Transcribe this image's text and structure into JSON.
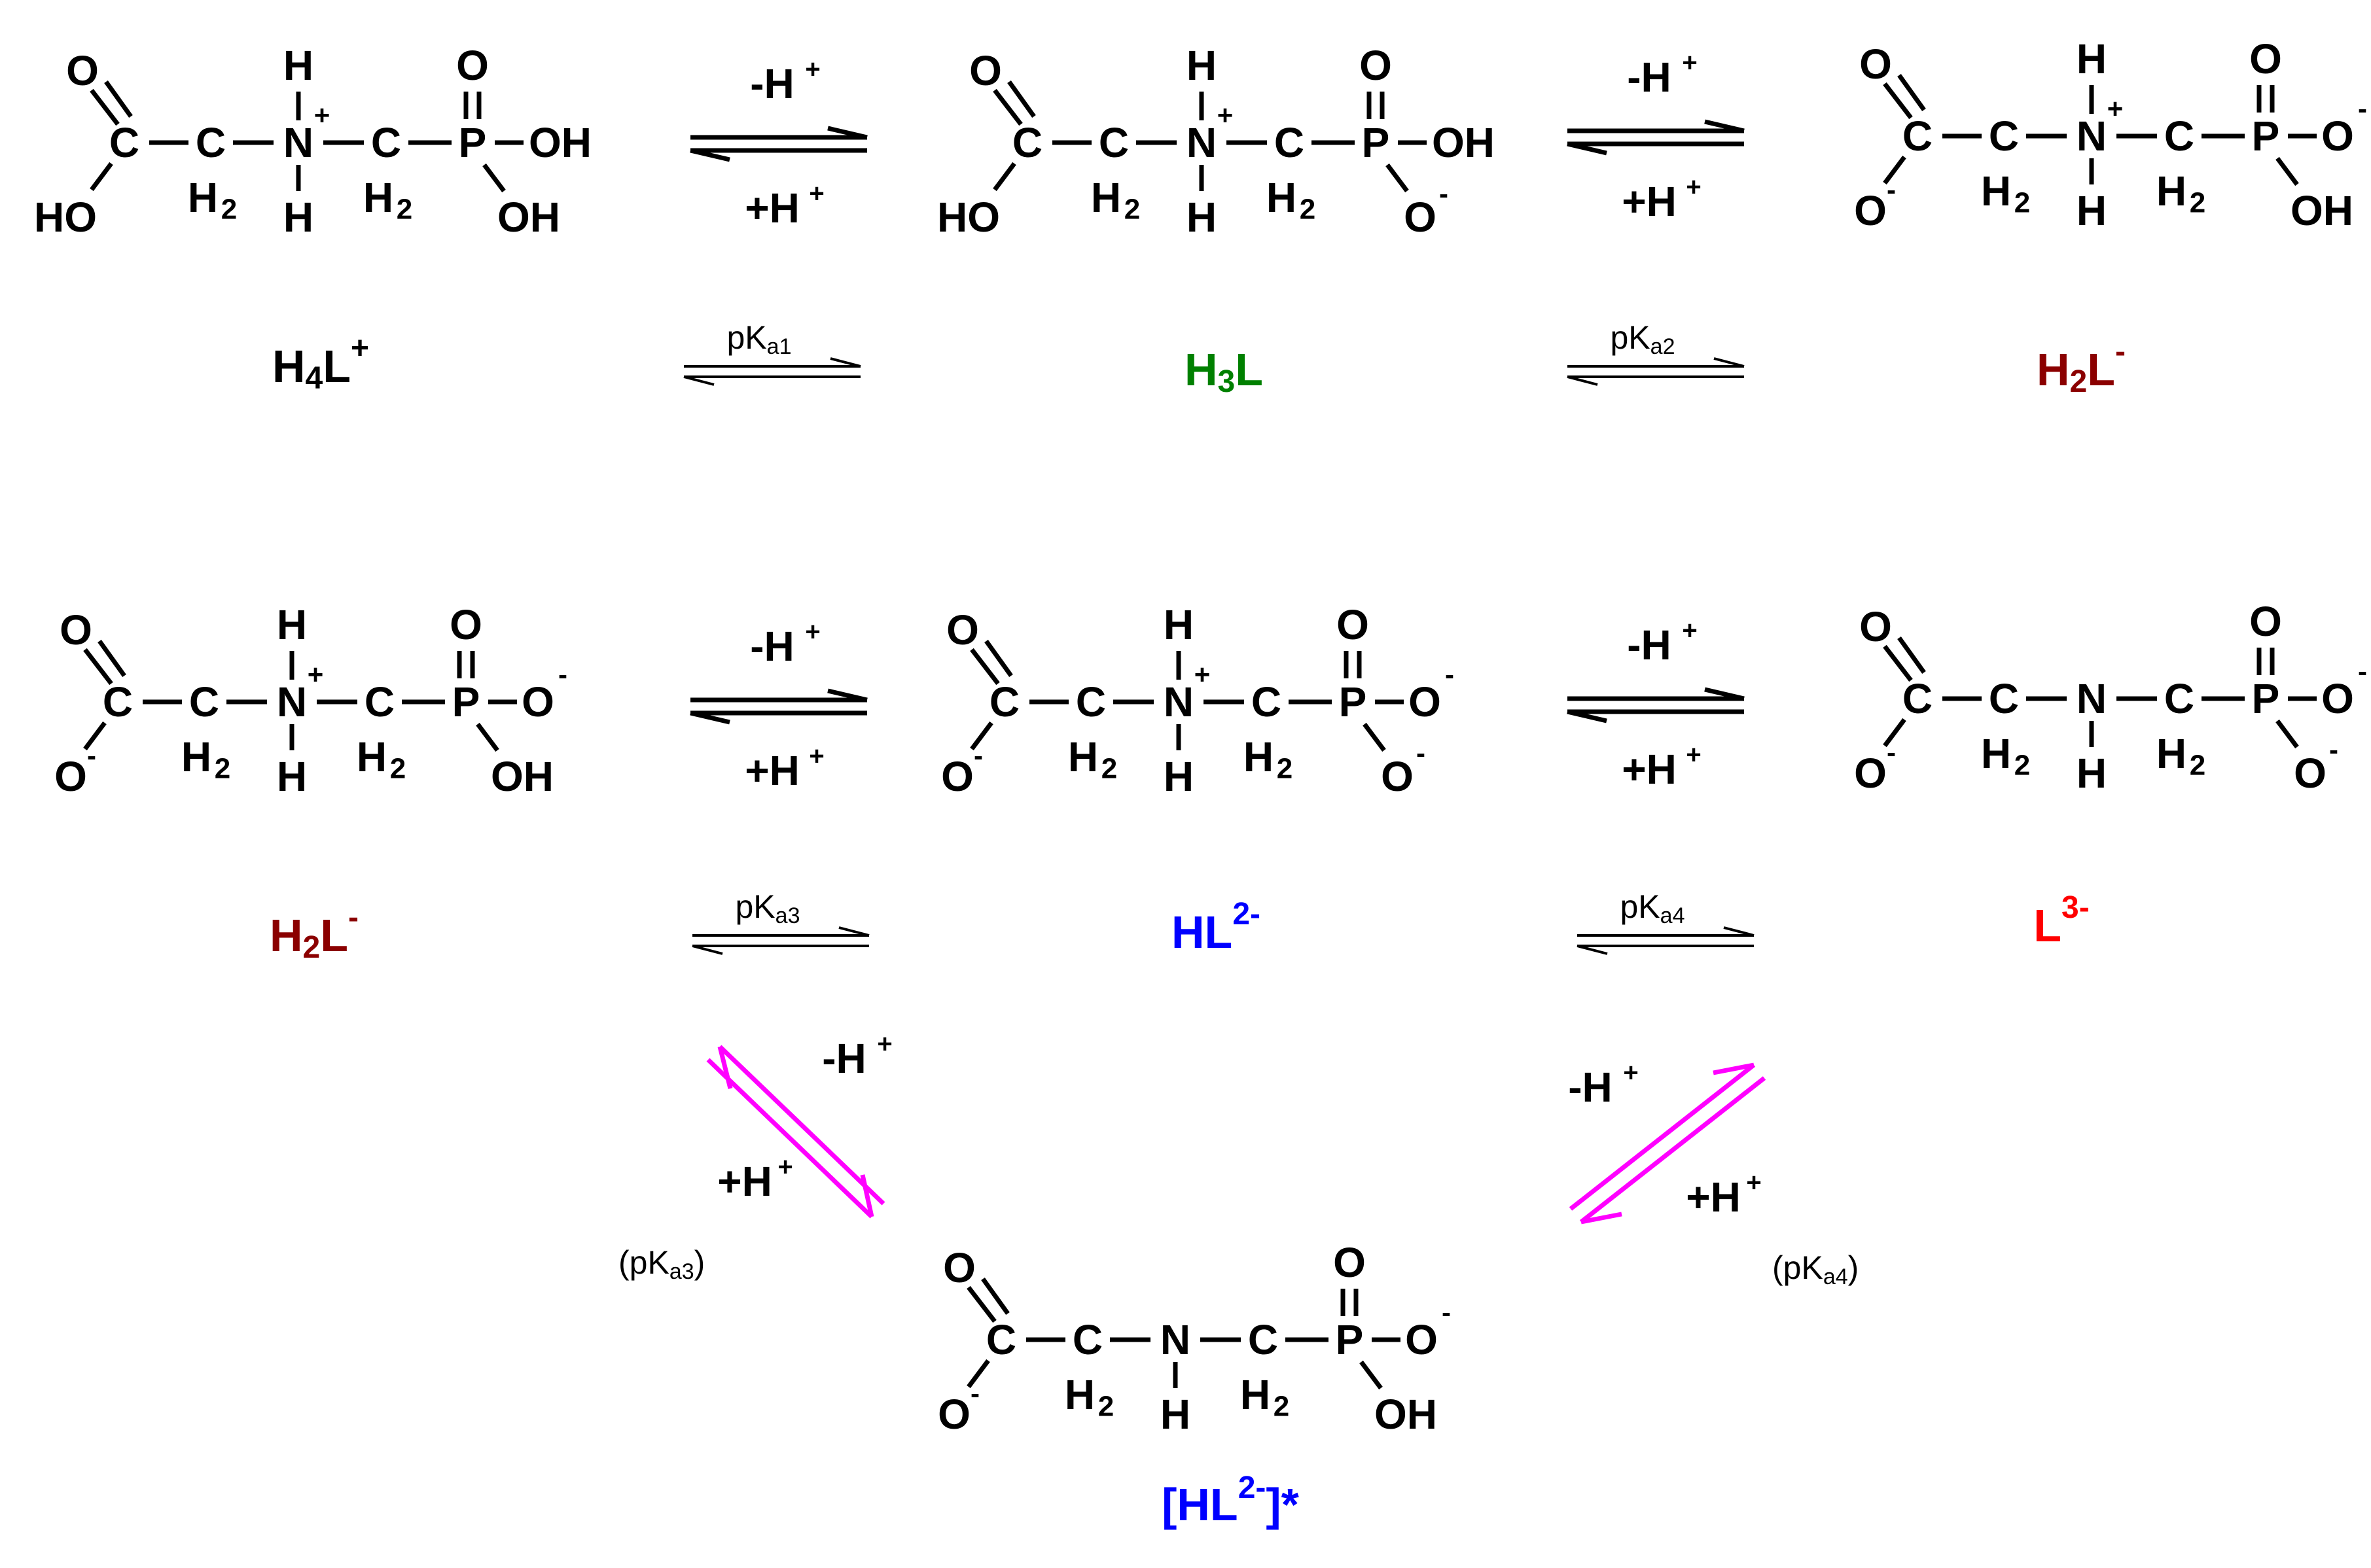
{
  "atoms": {
    "O": "O",
    "C": "C",
    "N": "N",
    "P": "P",
    "H": "H",
    "OH": "OH",
    "HO": "HO",
    "H2_main": "H",
    "H2_sub": "2",
    "plus": "+",
    "minus": "-"
  },
  "arrow_labels": {
    "minus_h": "-H",
    "plus_h": "+H",
    "h_sup": "+"
  },
  "pk_labels": {
    "pk1": {
      "main": "pK",
      "sub": "a1"
    },
    "pk2": {
      "main": "pK",
      "sub": "a2"
    },
    "pk3": {
      "main": "pK",
      "sub": "a3"
    },
    "pk4": {
      "main": "pK",
      "sub": "a4"
    },
    "pk3_paren": {
      "open": "(pK",
      "sub": "a3",
      "close": ")"
    },
    "pk4_paren": {
      "open": "(pK",
      "sub": "a4",
      "close": ")"
    }
  },
  "species": [
    {
      "id": "H4L",
      "parts": [
        "H",
        "4",
        "L",
        "+"
      ],
      "color": "#000000"
    },
    {
      "id": "H3L",
      "parts": [
        "H",
        "3",
        "L",
        ""
      ],
      "color": "#008000"
    },
    {
      "id": "H2L_top",
      "parts": [
        "H",
        "2",
        "L",
        "-"
      ],
      "color": "#8b0000"
    },
    {
      "id": "H2L_bottom",
      "parts": [
        "H",
        "2",
        "L",
        "-"
      ],
      "color": "#8b0000"
    },
    {
      "id": "HL2",
      "parts": [
        "HL",
        "",
        "",
        "2-"
      ],
      "color": "#0000ff"
    },
    {
      "id": "L3",
      "parts": [
        "L",
        "",
        "",
        "3-"
      ],
      "color": "#ff0000"
    },
    {
      "id": "HL2_star",
      "parts": [
        "[HL",
        "2-",
        "]*"
      ],
      "color": "#0000ff"
    }
  ],
  "colors": {
    "ink": "#000000",
    "alt_pathway": "#ff00ff"
  }
}
